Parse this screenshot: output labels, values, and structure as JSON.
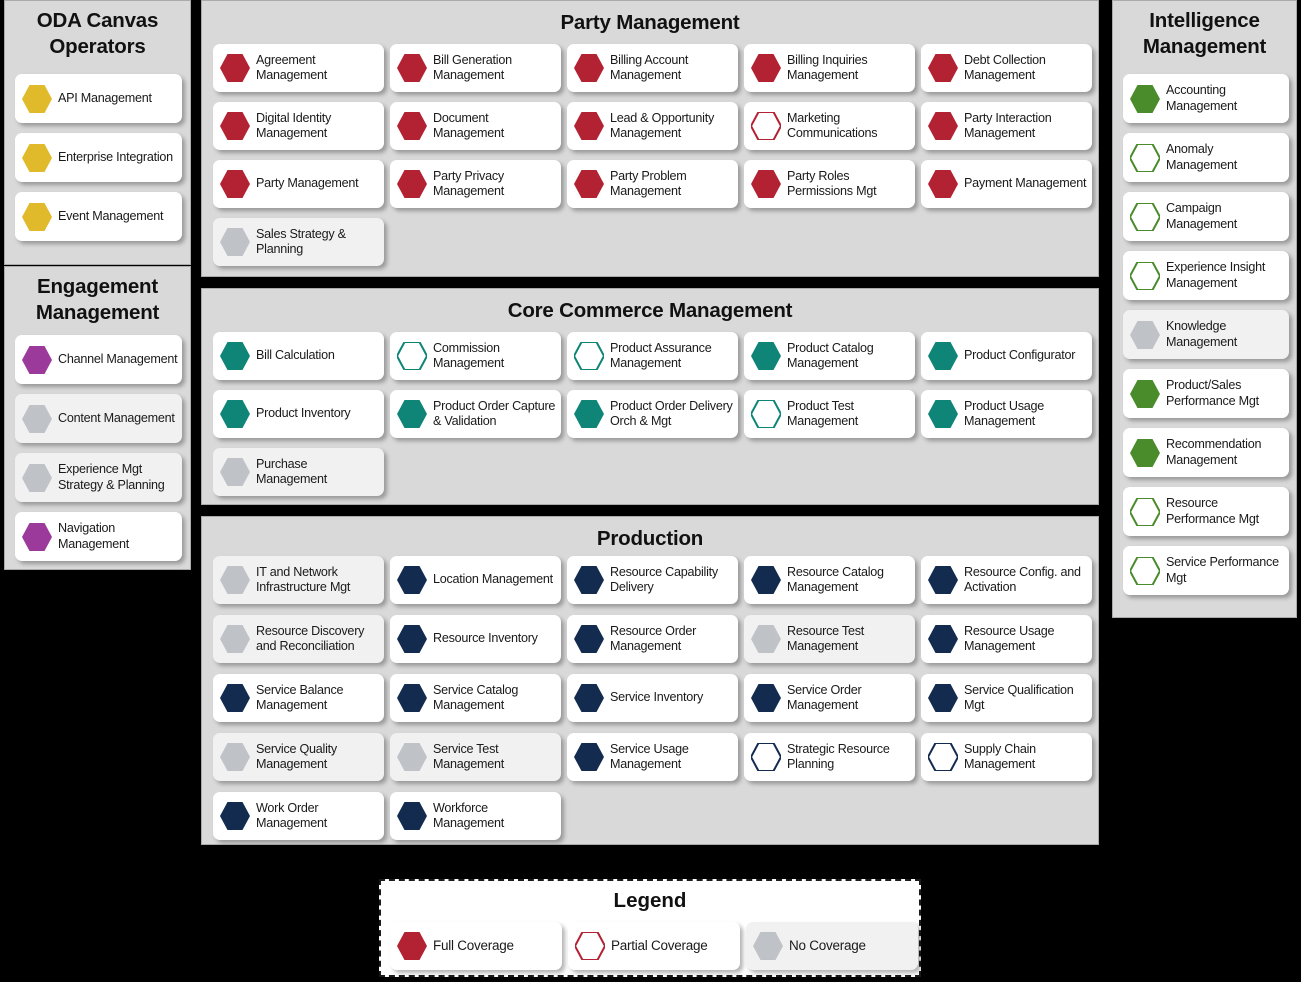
{
  "colors": {
    "operators": "#E0BA2A",
    "engagement": "#9C3A9C",
    "party": "#B22233",
    "commerce": "#0E8577",
    "production": "#132B4F",
    "intelligence": "#4A8B2C",
    "none": "#BFC3C7",
    "panel_bg": "#D9D9D9",
    "card_bg": "#FFFFFF",
    "card_none_bg": "#F1F1F1",
    "background": "#000000"
  },
  "sidebar_left": {
    "operators": {
      "title": "ODA Canvas Operators",
      "items": [
        {
          "label": "API Management",
          "coverage": "full"
        },
        {
          "label": "Enterprise Integration",
          "coverage": "full"
        },
        {
          "label": "Event Management",
          "coverage": "full"
        }
      ]
    },
    "engagement": {
      "title": "Engagement Management",
      "items": [
        {
          "label": "Channel Management",
          "coverage": "full"
        },
        {
          "label": "Content Management",
          "coverage": "none"
        },
        {
          "label": "Experience Mgt Strategy & Planning",
          "coverage": "none"
        },
        {
          "label": "Navigation Management",
          "coverage": "full"
        }
      ]
    }
  },
  "sections": {
    "party": {
      "title": "Party Management",
      "items": [
        {
          "label": "Agreement Management",
          "coverage": "full"
        },
        {
          "label": "Bill Generation Management",
          "coverage": "full"
        },
        {
          "label": "Billing Account Management",
          "coverage": "full"
        },
        {
          "label": "Billing Inquiries Management",
          "coverage": "full"
        },
        {
          "label": "Debt Collection Management",
          "coverage": "full"
        },
        {
          "label": "Digital Identity Management",
          "coverage": "full"
        },
        {
          "label": "Document Management",
          "coverage": "full"
        },
        {
          "label": "Lead & Opportunity Management",
          "coverage": "full"
        },
        {
          "label": "Marketing Communications",
          "coverage": "partial"
        },
        {
          "label": "Party Interaction Management",
          "coverage": "full"
        },
        {
          "label": "Party Management",
          "coverage": "full"
        },
        {
          "label": "Party Privacy Management",
          "coverage": "full"
        },
        {
          "label": "Party Problem Management",
          "coverage": "full"
        },
        {
          "label": "Party Roles Permissions Mgt",
          "coverage": "full"
        },
        {
          "label": "Payment Management",
          "coverage": "full"
        },
        {
          "label": "Sales Strategy & Planning",
          "coverage": "none"
        }
      ]
    },
    "commerce": {
      "title": "Core Commerce Management",
      "items": [
        {
          "label": "Bill Calculation",
          "coverage": "full"
        },
        {
          "label": "Commission Management",
          "coverage": "partial"
        },
        {
          "label": "Product Assurance Management",
          "coverage": "partial"
        },
        {
          "label": "Product Catalog Management",
          "coverage": "full"
        },
        {
          "label": "Product Configurator",
          "coverage": "full"
        },
        {
          "label": "Product Inventory",
          "coverage": "full"
        },
        {
          "label": "Product Order Capture & Validation",
          "coverage": "full"
        },
        {
          "label": "Product Order Delivery Orch & Mgt",
          "coverage": "full"
        },
        {
          "label": "Product Test Management",
          "coverage": "partial"
        },
        {
          "label": "Product Usage Management",
          "coverage": "full"
        },
        {
          "label": "Purchase Management",
          "coverage": "none"
        }
      ]
    },
    "production": {
      "title": "Production",
      "items": [
        {
          "label": "IT and Network Infrastructure Mgt",
          "coverage": "none"
        },
        {
          "label": "Location Management",
          "coverage": "full"
        },
        {
          "label": "Resource Capability Delivery",
          "coverage": "full"
        },
        {
          "label": "Resource Catalog Management",
          "coverage": "full"
        },
        {
          "label": "Resource Config. and Activation",
          "coverage": "full"
        },
        {
          "label": "Resource Discovery and Reconciliation",
          "coverage": "none"
        },
        {
          "label": "Resource Inventory",
          "coverage": "full"
        },
        {
          "label": "Resource Order Management",
          "coverage": "full"
        },
        {
          "label": "Resource Test Management",
          "coverage": "none"
        },
        {
          "label": "Resource Usage Management",
          "coverage": "full"
        },
        {
          "label": "Service Balance Management",
          "coverage": "full"
        },
        {
          "label": "Service Catalog Management",
          "coverage": "full"
        },
        {
          "label": "Service Inventory",
          "coverage": "full"
        },
        {
          "label": "Service Order Management",
          "coverage": "full"
        },
        {
          "label": "Service Qualification Mgt",
          "coverage": "full"
        },
        {
          "label": "Service Quality Management",
          "coverage": "none"
        },
        {
          "label": "Service Test Management",
          "coverage": "none"
        },
        {
          "label": "Service Usage Management",
          "coverage": "full"
        },
        {
          "label": "Strategic Resource Planning",
          "coverage": "partial"
        },
        {
          "label": "Supply Chain Management",
          "coverage": "partial"
        },
        {
          "label": "Work Order Management",
          "coverage": "full"
        },
        {
          "label": "Workforce Management",
          "coverage": "full"
        }
      ]
    }
  },
  "sidebar_right": {
    "intelligence": {
      "title": "Intelligence Management",
      "items": [
        {
          "label": "Accounting Management",
          "coverage": "full"
        },
        {
          "label": "Anomaly Management",
          "coverage": "partial"
        },
        {
          "label": "Campaign Management",
          "coverage": "partial"
        },
        {
          "label": "Experience Insight Management",
          "coverage": "partial"
        },
        {
          "label": "Knowledge Management",
          "coverage": "none"
        },
        {
          "label": "Product/Sales Performance Mgt",
          "coverage": "full"
        },
        {
          "label": "Recommendation Management",
          "coverage": "full"
        },
        {
          "label": "Resource Performance Mgt",
          "coverage": "partial"
        },
        {
          "label": "Service Performance Mgt",
          "coverage": "partial"
        }
      ]
    }
  },
  "legend": {
    "title": "Legend",
    "items": [
      {
        "label": "Full Coverage",
        "coverage": "full"
      },
      {
        "label": "Partial Coverage",
        "coverage": "partial"
      },
      {
        "label": "No Coverage",
        "coverage": "none"
      }
    ]
  }
}
